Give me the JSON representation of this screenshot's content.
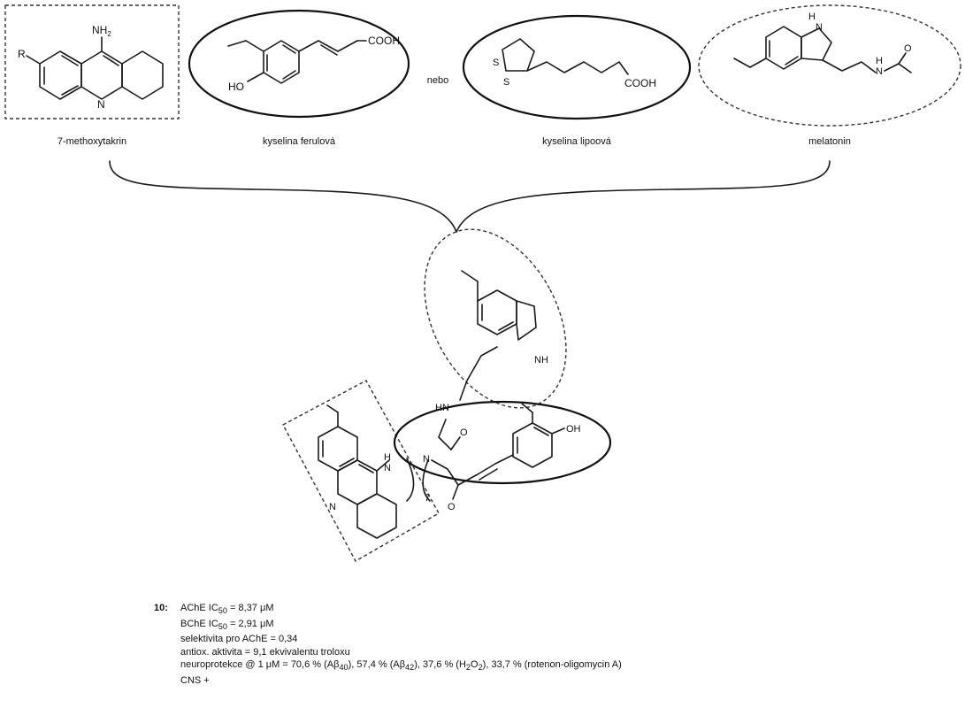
{
  "fragments": {
    "tacrine": {
      "label": "7-methoxytakrin",
      "r_label": "R",
      "nh2": "NH",
      "nh2_sub": "2",
      "n": "N"
    },
    "ferulic": {
      "label": "kyselina ferulová",
      "cooh": "COOH",
      "ho": "HO"
    },
    "connector": "nebo",
    "lipoic": {
      "label": "kyselina lipoová",
      "cooh": "COOH",
      "s1": "S",
      "s2": "S"
    },
    "melatonin": {
      "label": "melatonin",
      "nh_top": "H",
      "n_top": "N",
      "nh_amide": "H",
      "n_amide": "N",
      "o_amide": "O"
    }
  },
  "hybrid": {
    "nh_indole": "NH",
    "hn_amide": "HN",
    "oh": "OH",
    "o_carbonyl_1": "O",
    "o_carbonyl_2": "O",
    "n_center": "N",
    "h_amine": "H",
    "n_amine": "N",
    "n_acridine": "N",
    "chain_n": "7"
  },
  "compound": {
    "id": "10:",
    "lines": [
      {
        "key": "ache",
        "parts": [
          "AChE IC",
          "50",
          " = 8,37 μM"
        ]
      },
      {
        "key": "bche",
        "parts": [
          "BChE IC",
          "50",
          " = 2,91 μM"
        ]
      },
      {
        "key": "selectivity",
        "text": "selektivita pro AChE = 0,34"
      },
      {
        "key": "antiox",
        "text": "antiox. aktivita = 9,1 ekvivalentu troloxu"
      },
      {
        "key": "neuro",
        "parts": [
          "neuroprotekce @ 1 μM = 70,6 % (Aβ",
          "40",
          "), 57,4 % (Aβ",
          "42",
          "), 37,6 % (H",
          "2",
          "O",
          "2",
          "), 33,7 % (rotenon-oligomycin A)"
        ]
      },
      {
        "key": "cns",
        "text": "CNS +"
      }
    ]
  }
}
